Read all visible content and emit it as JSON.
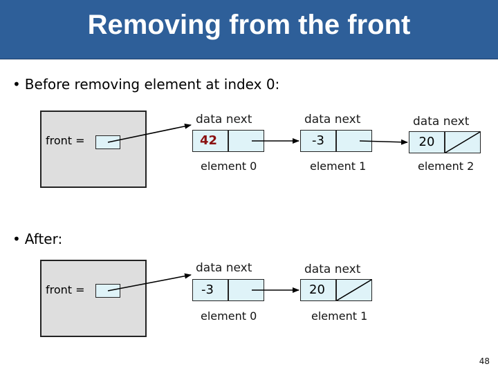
{
  "title": "Removing from the front",
  "bullets": {
    "before": "Before removing element at index 0:",
    "after": "After:"
  },
  "before": {
    "front_label": "front =",
    "header": "data  next",
    "nodes": [
      {
        "data": "42",
        "caption": "element 0"
      },
      {
        "data": "-3",
        "caption": "element 1"
      },
      {
        "data": "20",
        "caption": "element 2"
      }
    ]
  },
  "after": {
    "front_label": "front =",
    "header": "data  next",
    "nodes": [
      {
        "data": "-3",
        "caption": "element 0"
      },
      {
        "data": "20",
        "caption": "element 1"
      }
    ]
  },
  "colors": {
    "title_bar": "#2e5f99",
    "node_fill": "#dff3f8",
    "frame_fill": "#dedede",
    "first_value": "#8a1010"
  },
  "page_number": "48"
}
